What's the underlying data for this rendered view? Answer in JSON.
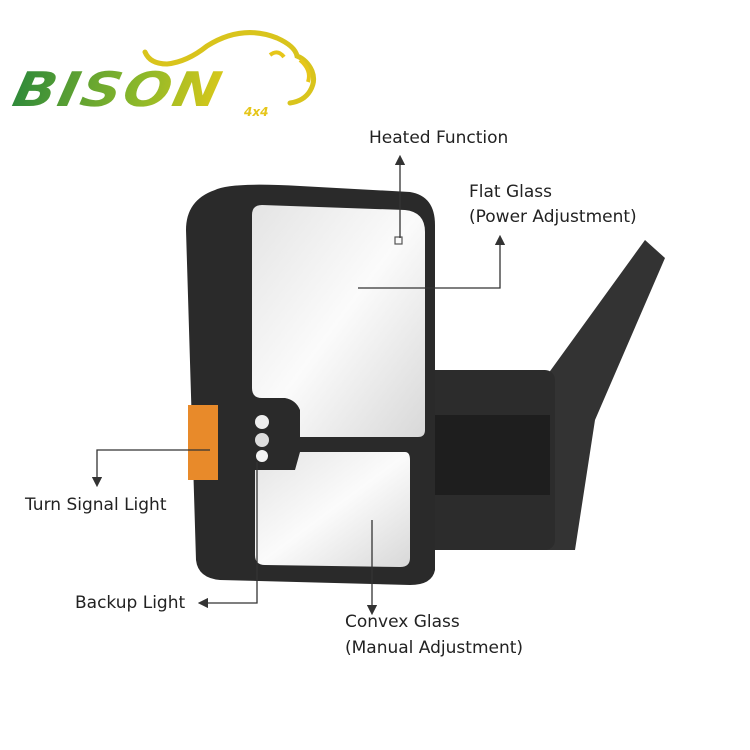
{
  "logo": {
    "brand": "BISON",
    "sub": "4x4",
    "colors": {
      "green": "#2f8a3a",
      "yellow": "#e6c61a"
    }
  },
  "labels": {
    "heated": "Heated Function",
    "flat_line1": "Flat Glass",
    "flat_line2": "(Power Adjustment)",
    "turn_signal": "Turn Signal Light",
    "backup": "Backup Light",
    "convex_line1": "Convex Glass",
    "convex_line2": "(Manual Adjustment)"
  },
  "colors": {
    "housing": "#2a2a2a",
    "amber": "#e88a2a",
    "line": "#333333"
  }
}
